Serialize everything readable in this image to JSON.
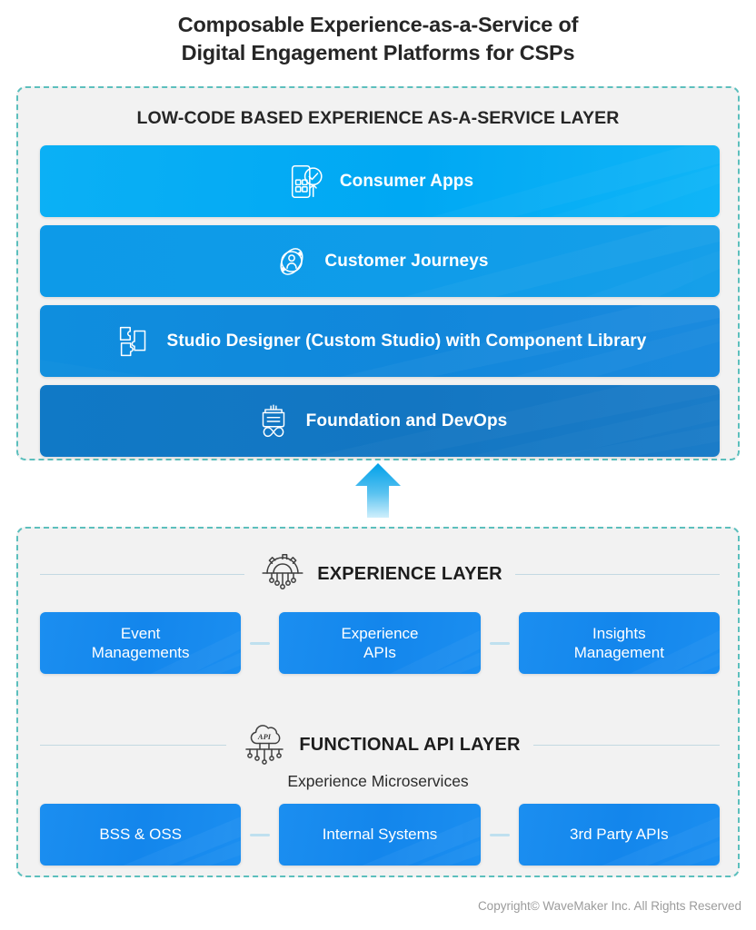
{
  "title": {
    "line1": "Composable Experience-as-a-Service of",
    "line2": "Digital Engagement Platforms for CSPs"
  },
  "top_panel": {
    "heading": "LOW-CODE BASED EXPERIENCE AS-A-SERVICE LAYER",
    "bars": [
      {
        "label": "Consumer Apps",
        "icon": "mobile-app-check-icon",
        "color": "#00a8f3"
      },
      {
        "label": "Customer Journeys",
        "icon": "user-orbit-icon",
        "color": "#0f9ce9"
      },
      {
        "label": "Studio Designer (Custom Studio) with Component Library",
        "icon": "puzzle-pieces-icon",
        "color": "#1187db"
      },
      {
        "label": "Foundation and DevOps",
        "icon": "devops-infinity-icon",
        "color": "#1376c2"
      }
    ]
  },
  "arrow": {
    "name": "upward-arrow",
    "color": "#29a8e8"
  },
  "bottom_panel": {
    "experience_layer": {
      "heading": "EXPERIENCE LAYER",
      "icon": "gear-hub-nodes-icon",
      "cards": [
        {
          "label": "Event\nManagements"
        },
        {
          "label": "Experience\nAPIs"
        },
        {
          "label": "Insights\nManagement"
        }
      ]
    },
    "functional_api_layer": {
      "heading": "FUNCTIONAL API LAYER",
      "icon": "cloud-api-nodes-icon",
      "subtitle": "Experience Microservices",
      "cards": [
        {
          "label": "BSS & OSS"
        },
        {
          "label": "Internal Systems"
        },
        {
          "label": "3rd Party APIs"
        }
      ]
    }
  },
  "footer": {
    "copyright": "Copyright© WaveMaker Inc. All Rights Reserved"
  },
  "colors": {
    "panel_border": "#5cbfbd",
    "panel_background": "#f2f2f2",
    "accent_blue": "#1386ec",
    "rule": "#c3d9e2"
  }
}
